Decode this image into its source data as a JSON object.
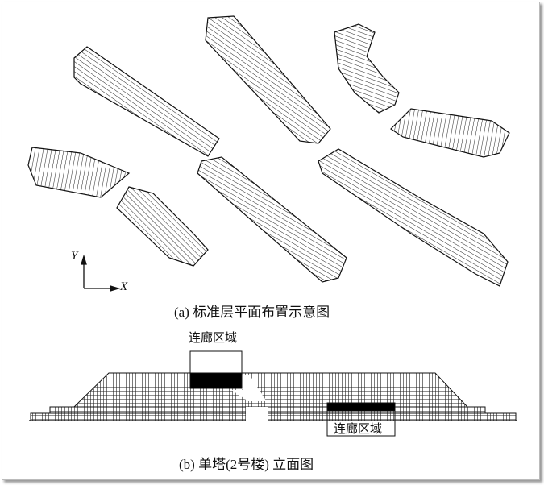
{
  "figure": {
    "plan_caption": "(a) 标准层平面布置示意图",
    "elevation_caption": "(b) 单塔(2号楼) 立面图",
    "axis_x": "X",
    "axis_y": "Y",
    "corridor_label_top": "连廊区域",
    "corridor_label_bottom": "连廊区域"
  }
}
